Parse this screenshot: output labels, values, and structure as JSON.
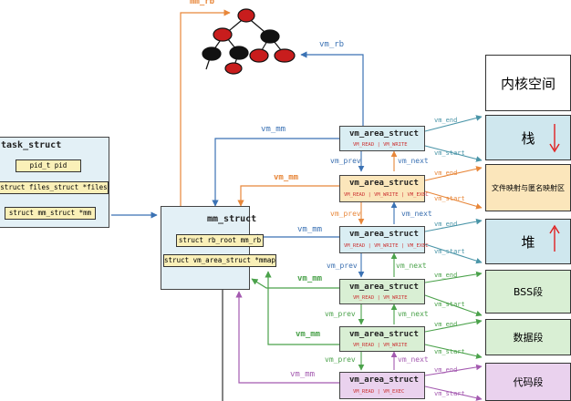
{
  "task_struct": {
    "title": "task_struct",
    "fields": [
      "pid_t  pid",
      "struct files_struct *files",
      "struct mm_struct      *mm"
    ]
  },
  "mm_struct": {
    "title": "mm_struct",
    "fields": [
      "struct rb_root mm_rb",
      "struct vm_area_struct *mmap"
    ]
  },
  "vmas": [
    {
      "title": "vm_area_struct",
      "flags": "VM_READ | VM_WRITE"
    },
    {
      "title": "vm_area_struct",
      "flags": "VM_READ | VM_WRITE | VM_EXEC"
    },
    {
      "title": "vm_area_struct",
      "flags": "VM_READ | VM_WRITE | VM_EXEC"
    },
    {
      "title": "vm_area_struct",
      "flags": "VM_READ | VM_WRITE"
    },
    {
      "title": "vm_area_struct",
      "flags": "VM_READ | VM_WRITE"
    },
    {
      "title": "vm_area_struct",
      "flags": "VM_READ | VM_EXEC"
    }
  ],
  "regions": [
    {
      "label": "内核空间",
      "color": "#ffffff"
    },
    {
      "label": "栈",
      "color": "#cfe7ee"
    },
    {
      "label": "文件映射与匿名映射区",
      "color": "#fbe6bb"
    },
    {
      "label": "堆",
      "color": "#cfe7ee"
    },
    {
      "label": "BSS段",
      "color": "#d9efd4"
    },
    {
      "label": "数据段",
      "color": "#d9efd4"
    },
    {
      "label": "代码段",
      "color": "#ead2ee"
    }
  ],
  "labels": {
    "mm_rb": "mm_rb",
    "vm_rb": "vm_rb",
    "vm_mm": "vm_mm",
    "vm_prev": "vm_prev",
    "vm_next": "vm_next",
    "vm_end": "vm_end",
    "vm_start": "vm_start"
  },
  "colors": {
    "blue": "#3b72b4",
    "orange": "#e8873a",
    "green": "#4ba24b",
    "purple": "#a45ab0",
    "red": "#e02020",
    "teal": "#4a95a8"
  }
}
